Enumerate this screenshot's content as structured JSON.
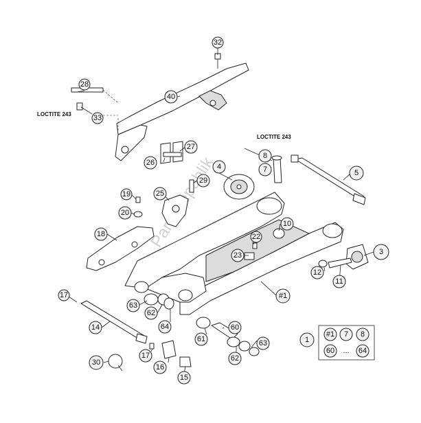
{
  "watermark": "PartsRepublik",
  "notes": {
    "loctite_left": "LOCTITE 243",
    "loctite_right": "LOCTITE 243"
  },
  "callouts": {
    "c32": "32",
    "c28": "28",
    "c40": "40",
    "c33": "33",
    "c27": "27",
    "c26": "26",
    "c8": "8",
    "c7": "7",
    "c4": "4",
    "c5": "5",
    "c29": "29",
    "c25": "25",
    "c19": "19",
    "c20": "20",
    "c18": "18",
    "c10": "10",
    "c22": "22",
    "c23": "23",
    "c3": "3",
    "c12": "12",
    "c11": "11",
    "c1": "#1",
    "c17a": "17",
    "c63a": "63",
    "c62a": "62",
    "c64": "64",
    "c14": "14",
    "c61": "61",
    "c60": "60",
    "c63b": "63",
    "c62b": "62",
    "c17b": "17",
    "c16": "16",
    "c15": "15",
    "c30": "30"
  },
  "legend": {
    "number": "1",
    "items": [
      "#1",
      "7",
      "8",
      "60",
      "...",
      "64"
    ]
  }
}
